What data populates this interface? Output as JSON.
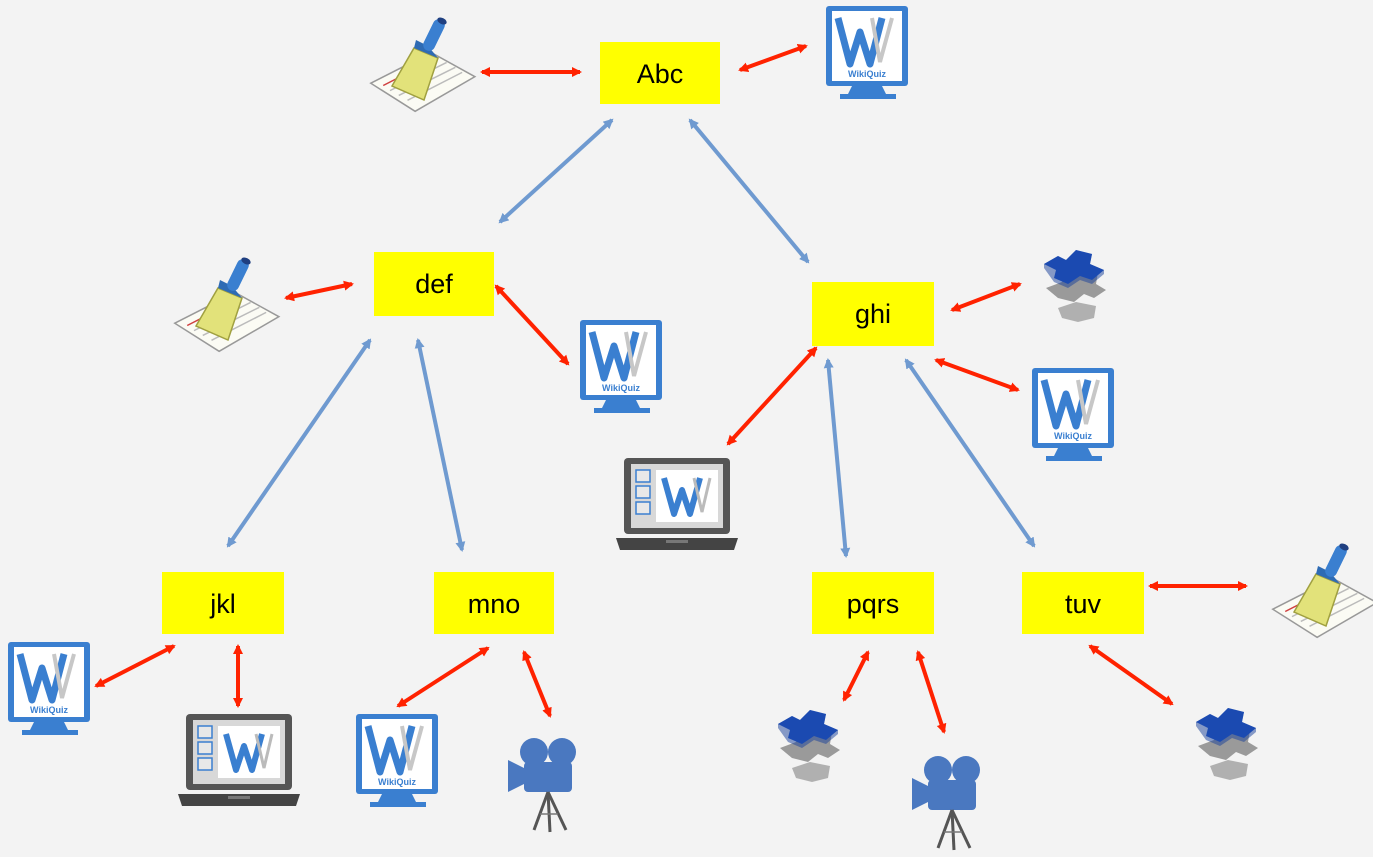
{
  "nodes": {
    "abc": "Abc",
    "def": "def",
    "ghi": "ghi",
    "jkl": "jkl",
    "mno": "mno",
    "pqrs": "pqrs",
    "tuv": "tuv"
  },
  "icon_texts": {
    "wikiquiz": "WikiQuiz"
  },
  "colors": {
    "node_fill": "#ffff00",
    "hierarchy_arrow": "#6f9ad0",
    "resource_arrow": "#ff2200",
    "monitor_frame": "#3a7fd0",
    "puzzle": "#1f55c8",
    "camera": "#4a78c0"
  },
  "icons": [
    "broom-page-icon",
    "wikiquiz-monitor-icon",
    "wikiquiz-laptop-icon",
    "puzzle-icon",
    "video-camera-icon"
  ]
}
